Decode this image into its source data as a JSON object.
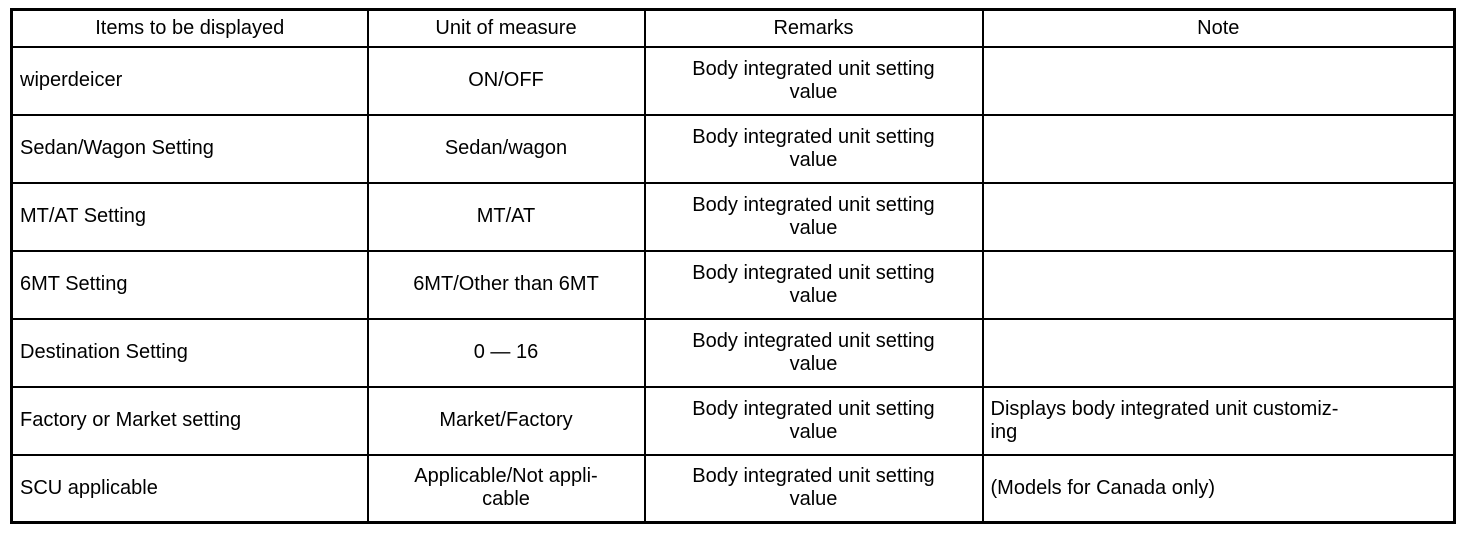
{
  "table": {
    "headers": [
      "Items to be displayed",
      "Unit of measure",
      "Remarks",
      "Note"
    ],
    "rows": [
      {
        "item": "wiperdeicer",
        "unit": "ON/OFF",
        "remarks": "Body integrated unit setting\nvalue",
        "note": ""
      },
      {
        "item": "Sedan/Wagon Setting",
        "unit": "Sedan/wagon",
        "remarks": "Body integrated unit setting\nvalue",
        "note": ""
      },
      {
        "item": "MT/AT Setting",
        "unit": "MT/AT",
        "remarks": "Body integrated unit setting\nvalue",
        "note": ""
      },
      {
        "item": "6MT Setting",
        "unit": "6MT/Other than 6MT",
        "remarks": "Body integrated unit setting\nvalue",
        "note": ""
      },
      {
        "item": "Destination Setting",
        "unit": "0 — 16",
        "remarks": "Body integrated unit setting\nvalue",
        "note": ""
      },
      {
        "item": "Factory or Market setting",
        "unit": "Market/Factory",
        "remarks": "Body integrated unit setting\nvalue",
        "note": "Displays body integrated unit customiz-\ning"
      },
      {
        "item": "SCU applicable",
        "unit": "Applicable/Not appli-\ncable",
        "remarks": "Body integrated unit setting\nvalue",
        "note": "(Models for Canada only)"
      }
    ]
  }
}
